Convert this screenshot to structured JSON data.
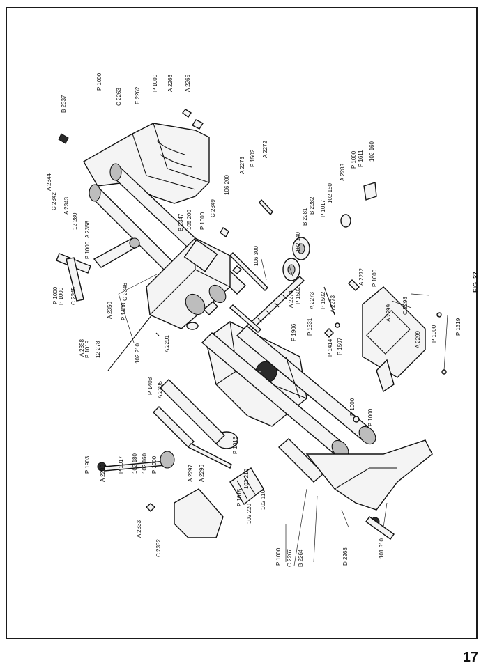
{
  "figure_label": "FIG. 27",
  "page_number": "17",
  "callouts": [
    "B 2337",
    "P 1000",
    "C 2263",
    "E 2262",
    "P 1000",
    "A 2266",
    "A 2265",
    "A 2344",
    "C 2342",
    "A 2343",
    "12 280",
    "A 2358",
    "P 1000",
    "B 2347",
    "105 200",
    "P 1000",
    "C 2349",
    "106 200",
    "A 2273",
    "P 1502",
    "A 2272",
    "P 1000",
    "P 1000",
    "C 2345",
    "C 2346",
    "A 2350",
    "P 1408",
    "102 140",
    "B 2281",
    "B 2282",
    "P 1017",
    "102 150",
    "A 2283",
    "P 1000",
    "P 1611",
    "102 160",
    "106 300",
    "A 2274",
    "P 1502",
    "A 2273",
    "P 1502",
    "A 2273",
    "P 1331",
    "P 1906",
    "A 2272",
    "P 1000",
    "A 2299",
    "C 2298",
    "A 2299",
    "P 1000",
    "P 1319",
    "A 2358",
    "P 1019",
    "12 278",
    "A 2291",
    "102 210",
    "P 1408",
    "A 2295",
    "P 1016",
    "P 1414",
    "P 1507",
    "P 1000",
    "P 1000",
    "P 1903",
    "A 2286",
    "P 1017",
    "102 180",
    "102 160",
    "P 1000",
    "A 2297",
    "A 2296",
    "P 1015",
    "102 210",
    "102 220",
    "102 110",
    "A 2333",
    "C 2332",
    "P 1000",
    "C 2267",
    "B 2264",
    "D 2268",
    "101 310"
  ]
}
